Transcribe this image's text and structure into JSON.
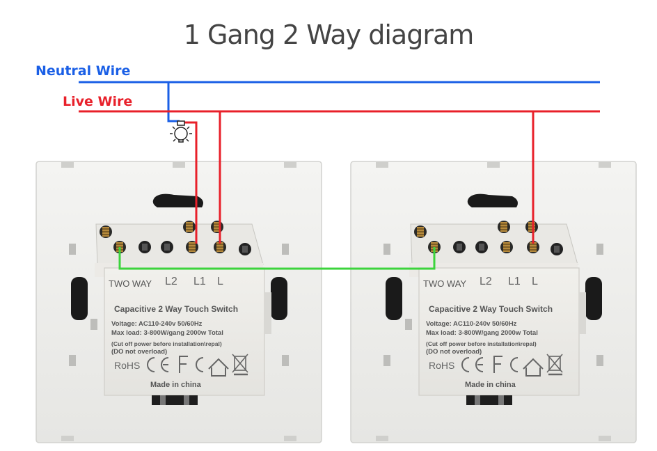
{
  "title": "1 Gang 2 Way diagram",
  "wires": {
    "neutral": {
      "label": "Neutral Wire",
      "color": "#1a5fe6"
    },
    "live": {
      "label": "Live Wire",
      "color": "#e8202a"
    },
    "link": {
      "color": "#3cd43c"
    }
  },
  "switches": [
    {
      "terminals": [
        "L2",
        "L1",
        "L"
      ],
      "mode": "TWO WAY",
      "product": "Capacitive 2 Way Touch Switch",
      "voltage": "Voltage: AC110-240v 50/60Hz",
      "max_load": "Max load: 3-800W/gang  2000w Total",
      "warning1": "(Cut off power before installation\\repal)",
      "warning2": "(DO not overload)",
      "rohs": "RoHS",
      "origin": "Made in china"
    },
    {
      "terminals": [
        "L2",
        "L1",
        "L"
      ],
      "mode": "TWO WAY",
      "product": "Capacitive 2 Way Touch Switch",
      "voltage": "Voltage: AC110-240v 50/60Hz",
      "max_load": "Max load: 3-800W/gang  2000w Total",
      "warning1": "(Cut off power before installation\\repal)",
      "warning2": "(DO not overload)",
      "rohs": "RoHS",
      "origin": "Made in china"
    }
  ]
}
